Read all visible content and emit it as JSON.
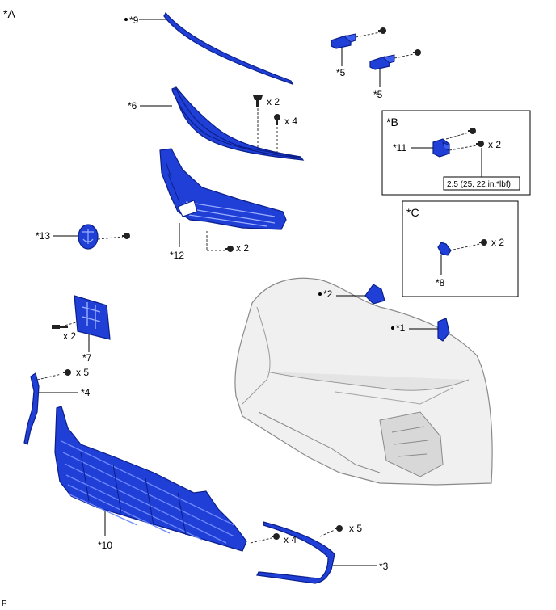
{
  "panels": {
    "A": "*A",
    "B": "*B",
    "C": "*C"
  },
  "labels": {
    "p9": "*9",
    "p6": "*6",
    "p12": "*12",
    "p13": "*13",
    "p5a": "*5",
    "p5b": "*5",
    "p11": "*11",
    "p8": "*8",
    "p2": "*2",
    "p1": "*1",
    "p7": "*7",
    "p4": "*4",
    "p10": "*10",
    "p3": "*3"
  },
  "quantities": {
    "q6_clip": "x 2",
    "q6_screw": "x 4",
    "q12": "x 2",
    "q11": "x 2",
    "q8": "x 2",
    "q7": "x 2",
    "q4": "x 5",
    "q3_left": "x 4",
    "q3_right": "x 5"
  },
  "torque": "2.5 (25, 22 in.*lbf)",
  "footer": "P",
  "colors": {
    "part_blue": "#1f3fd6",
    "bumper_grey": "#f0f0f0"
  }
}
